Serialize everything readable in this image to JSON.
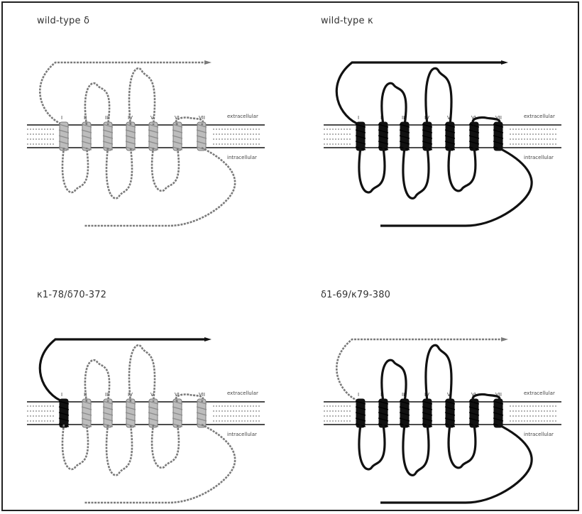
{
  "panels": [
    {
      "id": "wild-type-delta",
      "title": "wild-type δ",
      "style": [
        "light",
        "light",
        "light",
        "light",
        "light",
        "light",
        "light"
      ],
      "extracellular_label": "extracellular",
      "intracellular_label": "intracellular",
      "helix_labels": [
        "I",
        "II",
        "III",
        "IV",
        "V",
        "VI",
        "VII"
      ]
    },
    {
      "id": "wild-type-kappa",
      "title": "wild-type κ",
      "style": [
        "dark",
        "dark",
        "dark",
        "dark",
        "dark",
        "dark",
        "dark"
      ],
      "extracellular_label": "extracellular",
      "intracellular_label": "intracellular",
      "helix_labels": [
        "I",
        "II",
        "III",
        "IV",
        "V",
        "VI",
        "VII"
      ]
    },
    {
      "id": "chimera-kappa-delta",
      "title": "κ1-78/δ70-372",
      "style": [
        "dark",
        "light",
        "light",
        "light",
        "light",
        "light",
        "light"
      ],
      "extracellular_label": "extracellular",
      "intracellular_label": "intracellular",
      "helix_labels": [
        "I",
        "II",
        "III",
        "IV",
        "V",
        "VI",
        "VII"
      ]
    },
    {
      "id": "chimera-delta-kappa",
      "title": "δ1-69/κ79-380",
      "style": [
        "dark",
        "dark",
        "dark",
        "dark",
        "dark",
        "dark",
        "dark"
      ],
      "nterm_style": "light",
      "extracellular_label": "extracellular",
      "intracellular_label": "intracellular",
      "helix_labels": [
        "I",
        "II",
        "III",
        "IV",
        "V",
        "VI",
        "VII"
      ]
    }
  ],
  "colors": {
    "dark": "#111111",
    "light": "#7a7a7a",
    "membrane": "#111111",
    "frame": "#222222"
  }
}
